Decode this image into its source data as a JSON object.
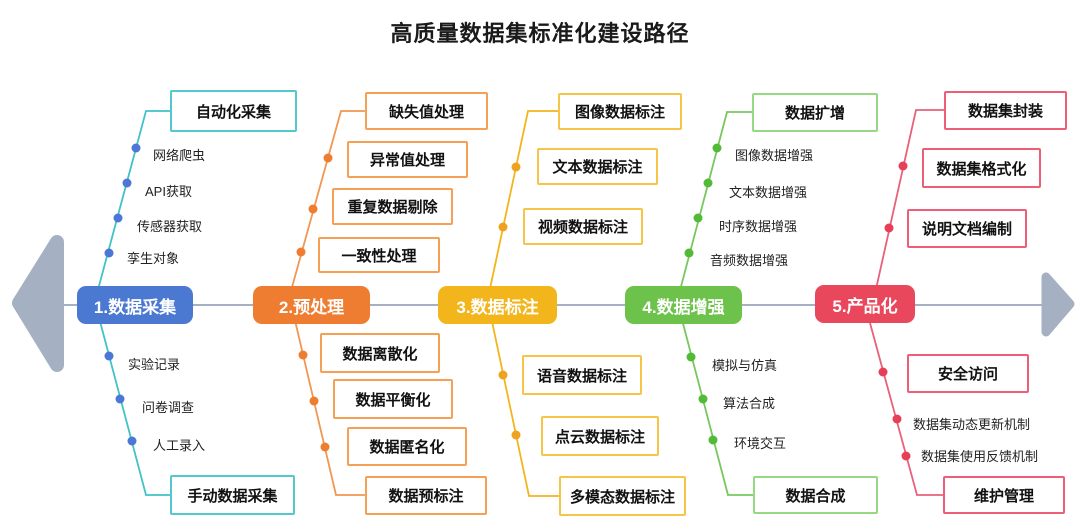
{
  "title": "高质量数据集标准化建设路径",
  "palette": {
    "stage1_blue": "#4b79d1",
    "stage2_orange": "#ee7d31",
    "stage3_yellow": "#f2b51c",
    "stage4_green": "#6cc24a",
    "stage5_red": "#e8475c",
    "branch1_teal": "#3fc3c9",
    "branch2_orange": "#f19752",
    "branch3_gold": "#f2b51c",
    "branch4_green": "#77c75e",
    "branch5_pink": "#e8607a",
    "dot1_blue": "#4b77d6",
    "dot2_orange": "#ee7d31",
    "dot3_gold": "#efa21f",
    "dot4_green": "#52ba36",
    "dot5_red": "#e73f58",
    "spine_gray": "#a5b0c3"
  },
  "stages": [
    {
      "label": "1.数据采集",
      "top_box": "自动化采集",
      "top_items": [
        "网络爬虫",
        "API获取",
        "传感器获取",
        "孪生对象"
      ],
      "bottom_items": [
        "实验记录",
        "问卷调查",
        "人工录入"
      ],
      "bottom_box": "手动数据采集"
    },
    {
      "label": "2.预处理",
      "top_boxes": [
        "缺失值处理",
        "异常值处理",
        "重复数据剔除",
        "一致性处理"
      ],
      "bottom_boxes": [
        "数据离散化",
        "数据平衡化",
        "数据匿名化",
        "数据预标注"
      ]
    },
    {
      "label": "3.数据标注",
      "top_boxes": [
        "图像数据标注",
        "文本数据标注",
        "视频数据标注"
      ],
      "bottom_boxes": [
        "语音数据标注",
        "点云数据标注",
        "多模态数据标注"
      ]
    },
    {
      "label": "4.数据增强",
      "top_box": "数据扩增",
      "top_items": [
        "图像数据增强",
        "文本数据增强",
        "时序数据增强",
        "音频数据增强"
      ],
      "bottom_items": [
        "模拟与仿真",
        "算法合成",
        "环境交互"
      ],
      "bottom_box": "数据合成"
    },
    {
      "label": "5.产品化",
      "top_boxes": [
        "数据集封装",
        "数据集格式化",
        "说明文档编制"
      ],
      "bottom_box_first": "安全访问",
      "bottom_items": [
        "数据集动态更新机制",
        "数据集使用反馈机制"
      ],
      "bottom_box": "维护管理"
    }
  ]
}
